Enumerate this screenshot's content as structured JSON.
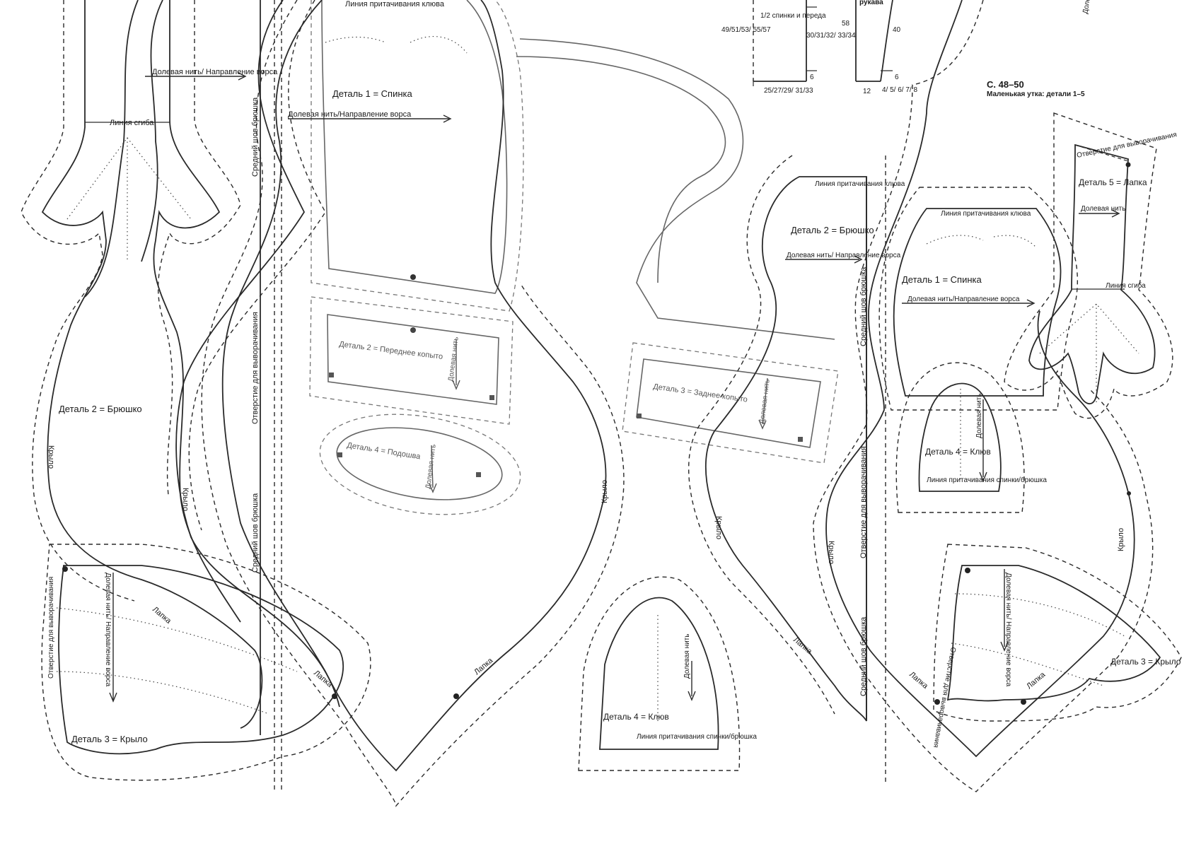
{
  "page": {
    "ref": "С. 48–50",
    "subtitle": "Маленькая утка: детали 1–5"
  },
  "pieces": {
    "top_beak_line": "Линия притачивания клюва",
    "back1_title": "Деталь 1 = Спинка",
    "back1_grain": "Долевая нить/Направление ворса",
    "foot_left_grain": "Долевая нить/ Направление ворса",
    "fold_left": "Линия сгиба",
    "middle_seam": "Средний шов брюшка",
    "middle_seam2": "Средний шов брюшка",
    "turn_opening": "Отверстие для выворачивания",
    "belly2_left": "Деталь 2 = Брюшко",
    "wing_l1": "Крыло",
    "wing_l2": "Крыло",
    "wing3_left": "Деталь 3 = Крыло",
    "wing3_grain": "Долевая нить/ Направление ворса",
    "wing3_opening": "Отверстие для выворачивания",
    "paw_l1": "Лапка",
    "paw_l2": "Лапка",
    "paw_c": "Лапка",
    "hoof_front": "Деталь 2 = Переднее копыто",
    "hoof_front_grain": "Долевая нить",
    "sole": "Деталь 4 = Подошва",
    "sole_grain": "Долевая нить",
    "hoof_back": "Деталь 3 = Заднее копыто",
    "hoof_back_grain": "Долевая нить",
    "wing_c": "Крыло",
    "beak4_center": "Деталь 4 = Клюв",
    "beak4_grain": "Долевая нить",
    "beak4_line": "Линия притачивания спинки/брюшка",
    "belly2_right": "Деталь 2 = Брюшко",
    "belly2_beak": "Линия притачивания клюва",
    "belly2_grain": "Долевая нить/ Направление ворса",
    "wing_r1": "Крыло",
    "paw_r1": "Лапка",
    "paw_r2": "Лапка",
    "paw_r3": "Лапка",
    "back1_right": "Деталь 1 = Спинка",
    "back1_right_beak": "Линия притачивания клюва",
    "back1_right_grain": "Долевая нить/Направление ворса",
    "beak4_right": "Деталь 4 = Клюв",
    "beak4_right_grain": "Долевая нить",
    "beak4_right_line": "Линия притачивания спинки/брюшка",
    "paw5_title": "Деталь 5 = Лапка",
    "paw5_grain": "Долевая нить",
    "paw5_fold": "Линия сгиба",
    "paw5_opening": "Отверстие для выворачивания",
    "wing_r2": "Крыло",
    "wing3_right": "Деталь 3 = Крыло",
    "wing3_right_grain": "Долевая нить/ Направление ворса",
    "wing3_right_opening": "Отверстие для выворачивания",
    "top_partial": "Доле"
  },
  "schematic": {
    "half_back_front": "1/2 спинки и переда",
    "sleeve": "рукава",
    "sizes_left": "49/51/53/ 55/57",
    "sizes_right": "30/31/32/ 33/34",
    "sizes_bottom": "25/27/29/ 31/33",
    "n58": "58",
    "n40": "40",
    "n6a": "6",
    "n6b": "6",
    "n12": "12",
    "sizes_small": "4/ 5/ 6/ 7/ 8"
  }
}
